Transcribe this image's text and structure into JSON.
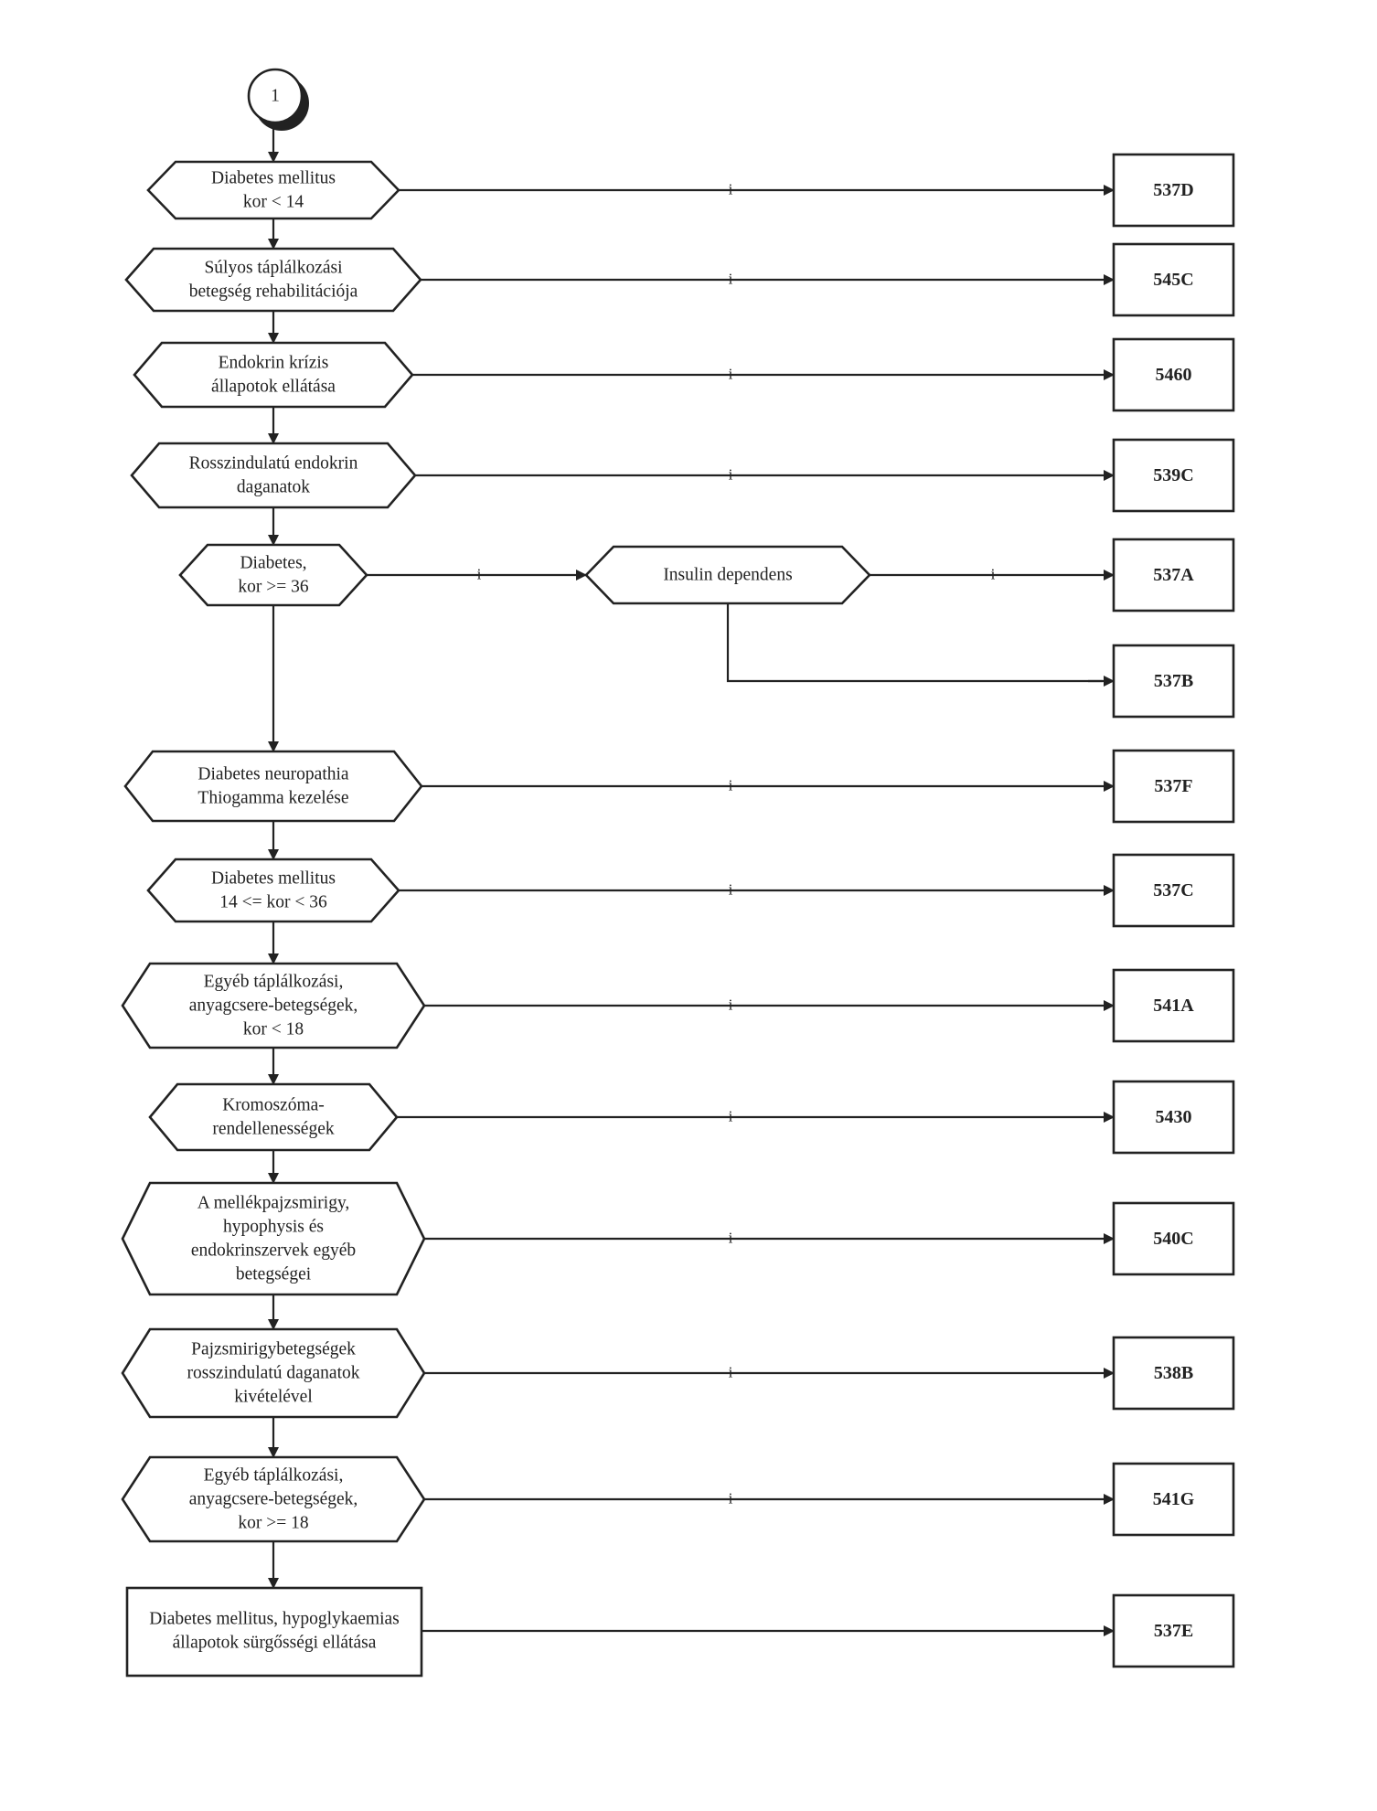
{
  "start": {
    "label": "1"
  },
  "yes_label": "i",
  "decisions": [
    {
      "id": "diab-child",
      "lines": [
        "Diabetes mellitus",
        "kor < 14"
      ],
      "result": "537D"
    },
    {
      "id": "nutrition-rehab",
      "lines": [
        "Súlyos táplálkozási",
        "betegség rehabilitációja"
      ],
      "result": "545C"
    },
    {
      "id": "endocrine-crisis",
      "lines": [
        "Endokrin krízis",
        "állapotok ellátása"
      ],
      "result": "5460"
    },
    {
      "id": "malignant-endocrine",
      "lines": [
        "Rosszindulatú endokrin",
        "daganatok"
      ],
      "result": "539C"
    },
    {
      "id": "diab-36",
      "lines": [
        "Diabetes,",
        "kor >= 36"
      ],
      "sub": {
        "id": "insulin-dependent",
        "lines": [
          "Insulin dependens"
        ],
        "yes_result": "537A",
        "no_result": "537B"
      }
    },
    {
      "id": "neuropathia",
      "lines": [
        "Diabetes neuropathia",
        "Thiogamma kezelése"
      ],
      "result": "537F"
    },
    {
      "id": "diab-14-36",
      "lines": [
        "Diabetes mellitus",
        "14 <= kor < 36"
      ],
      "result": "537C"
    },
    {
      "id": "metabolic-under-18",
      "lines": [
        "Egyéb táplálkozási,",
        "anyagcsere-betegségek,",
        "kor < 18"
      ],
      "result": "541A"
    },
    {
      "id": "chromosome",
      "lines": [
        "Kromoszóma-",
        "rendellenességek"
      ],
      "result": "5430"
    },
    {
      "id": "parathyroid",
      "lines": [
        "A mellékpajzsmirigy,",
        "hypophysis és",
        "endokrinszervek egyéb",
        "betegségei"
      ],
      "result": "540C"
    },
    {
      "id": "thyroid",
      "lines": [
        "Pajzsmirigybetegségek",
        "rosszindulatú daganatok",
        "kivételével"
      ],
      "result": "538B"
    },
    {
      "id": "metabolic-18-plus",
      "lines": [
        "Egyéb táplálkozási,",
        "anyagcsere-betegségek,",
        "kor >= 18"
      ],
      "result": "541G"
    }
  ],
  "final": {
    "id": "hypoglycaemia",
    "lines": [
      "Diabetes mellitus, hypoglykaemias",
      "állapotok sürgősségi ellátása"
    ],
    "result": "537E"
  }
}
